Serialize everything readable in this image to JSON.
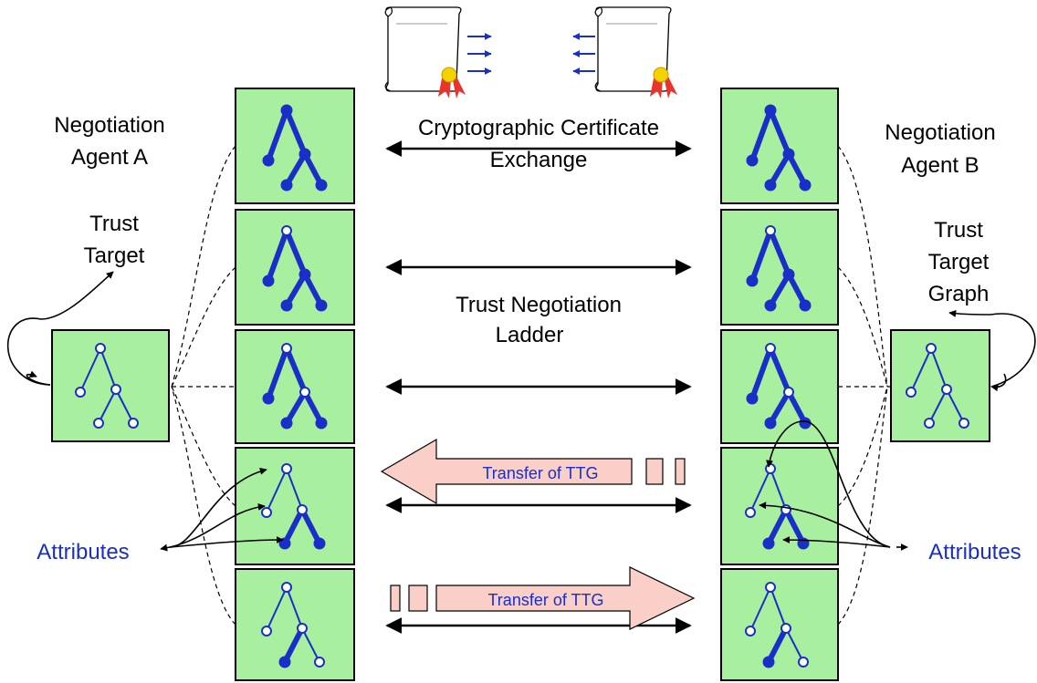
{
  "labels": {
    "agent_a_line1": "Negotiation",
    "agent_a_line2": "Agent A",
    "agent_b_line1": "Negotiation",
    "agent_b_line2": "Agent B",
    "trust_target_line1": "Trust",
    "trust_target_line2": "Target",
    "ttg_line1": "Trust",
    "ttg_line2": "Target",
    "ttg_line3": "Graph",
    "cert_exchange_line1": "Cryptographic Certificate",
    "cert_exchange_line2": "Exchange",
    "ladder_line1": "Trust Negotiation",
    "ladder_line2": "Ladder",
    "attributes_left": "Attributes",
    "attributes_right": "Attributes",
    "transfer_left": "Transfer of TTG",
    "transfer_right": "Transfer of TTG"
  },
  "colors": {
    "box_fill": "#a8f0a0",
    "tree_blue": "#1a2fc8",
    "label_blue": "#1a2fc8",
    "transfer_arrow_fill": "#f9cfc8",
    "ribbon_red": "#e8342a",
    "seal_gold": "#f3d200"
  },
  "icons": {
    "certificate_left": "scroll-certificate-icon",
    "certificate_right": "scroll-certificate-icon"
  }
}
